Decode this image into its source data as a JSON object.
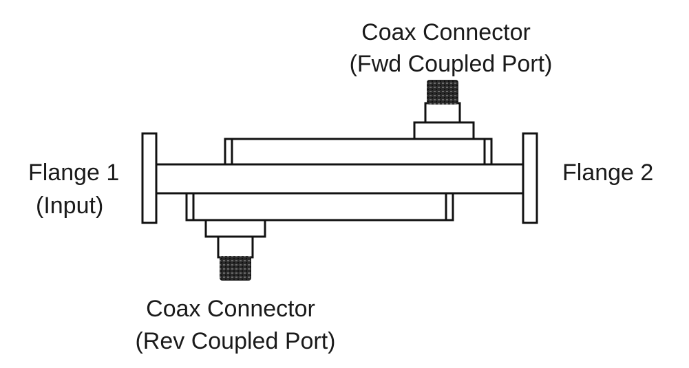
{
  "labels": {
    "fwd_line1": "Coax Connector",
    "fwd_line2": "(Fwd Coupled Port)",
    "flange1_line1": "Flange 1",
    "flange1_line2": "(Input)",
    "flange2": "Flange 2",
    "rev_line1": "Coax Connector",
    "rev_line2": "(Rev Coupled Port)"
  },
  "colors": {
    "line": "#111111",
    "background": "#ffffff",
    "thread": "#2a2a2a"
  }
}
